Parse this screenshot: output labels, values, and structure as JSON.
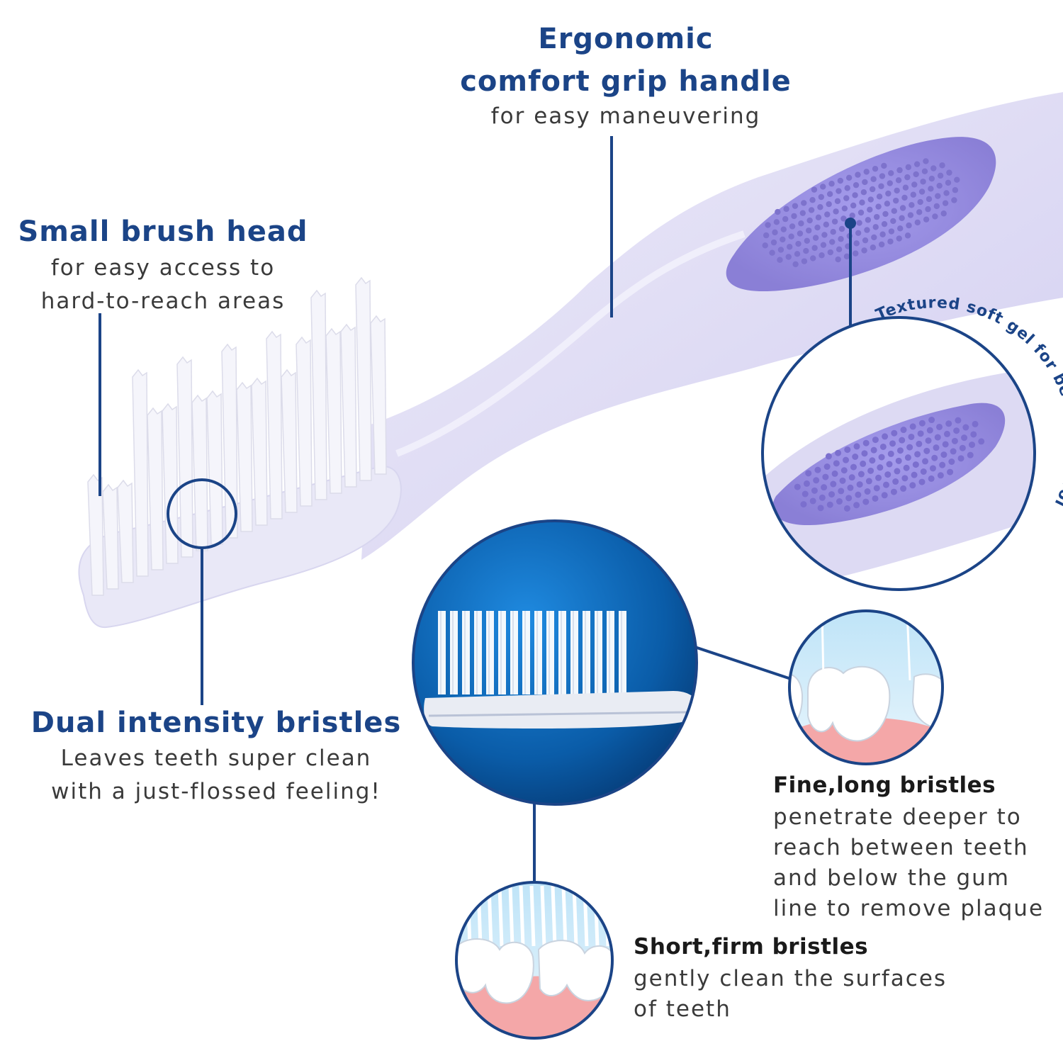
{
  "colors": {
    "accent": "#1b4487",
    "gel": "#8f84d8",
    "handle": "#dcdaf5",
    "panel_blue": "#0d63b4"
  },
  "callouts": {
    "ergonomic": {
      "title_line1": "Ergonomic",
      "title_line2": "comfort grip handle",
      "subtitle": "for easy maneuvering"
    },
    "head": {
      "title": "Small brush head",
      "line1": "for easy access to",
      "line2": "hard-to-reach areas"
    },
    "gel": {
      "text": "Textured soft gel for better control"
    },
    "dual": {
      "title": "Dual intensity bristles",
      "line1": "Leaves teeth super clean",
      "line2": "with a just-flossed feeling!"
    },
    "fine": {
      "title": "Fine,long bristles",
      "line1": "penetrate deeper to",
      "line2": "reach between teeth",
      "line3": "and below the gum",
      "line4": "line to remove plaque"
    },
    "short": {
      "title": "Short,firm bristles",
      "line1": "gently clean the surfaces",
      "line2": "of teeth"
    }
  },
  "icons": {
    "toothbrush": "toothbrush-illustration",
    "gel_zoom": "grip-gel-zoom-icon",
    "bristle_zoom": "bristle-closeup-icon",
    "fine_teeth": "teeth-fine-bristles-icon",
    "short_teeth": "teeth-short-bristles-icon"
  }
}
